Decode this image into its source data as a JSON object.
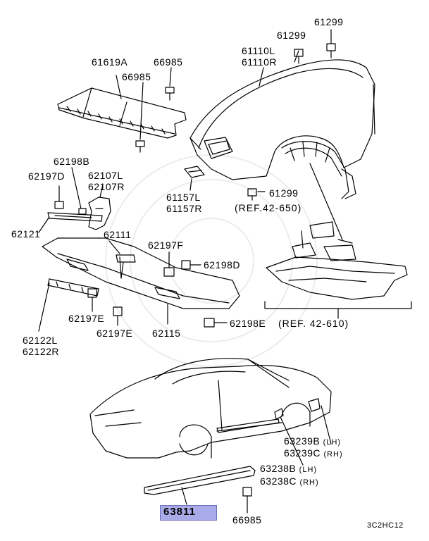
{
  "labels": {
    "p61299_top": "61299",
    "p61299_mid": "61299",
    "p61110L": "61110L",
    "p61110R": "61110R",
    "p61619A": "61619A",
    "p66985_a": "66985",
    "p66985_b": "66985",
    "p62198B": "62198B",
    "p62197D": "62197D",
    "p62107L": "62107L",
    "p62107R": "62107R",
    "p61157L": "61157L",
    "p61157R": "61157R",
    "p61299_low": "61299",
    "ref_42_650": "(REF.42-650)",
    "p62121": "62121",
    "p62111": "62111",
    "p62197F": "62197F",
    "p62198D": "62198D",
    "p62197E_a": "62197E",
    "p62197E_b": "62197E",
    "p62115": "62115",
    "p62198E": "62198E",
    "ref_42_610": "(REF. 42-610)",
    "p62122L": "62122L",
    "p62122R": "62122R",
    "p63239B": "63239B",
    "p63239B_side": "(LH)",
    "p63239C": "63239C",
    "p63239C_side": "(RH)",
    "p63238B": "63238B",
    "p63238B_side": "(LH)",
    "p63238C": "63238C",
    "p63238C_side": "(RH)",
    "p63811": "63811",
    "p66985_c": "66985",
    "diagram_code": "3C2HC12"
  },
  "colors": {
    "highlight": "#a9abe9",
    "line": "#000000"
  }
}
